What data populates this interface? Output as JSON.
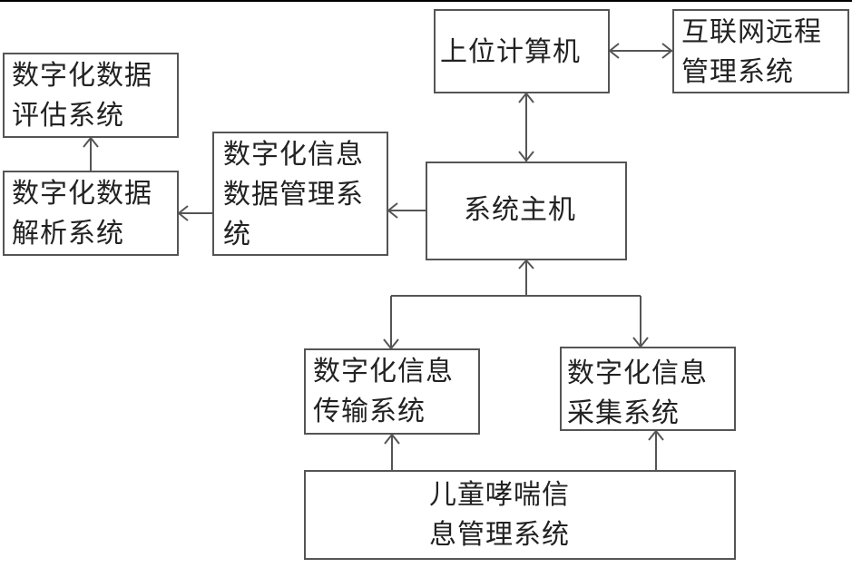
{
  "diagram": {
    "type": "block-diagram",
    "nodes": {
      "upper_computer": "上位计算机",
      "internet_remote": "互联网远程\n管理系统",
      "system_host": "系统主机",
      "info_data_mgmt": "数字化信息\n数据管理系\n统",
      "data_parse": "数字化数据\n解析系统",
      "data_eval": "数字化数据\n评估系统",
      "info_transmit": "数字化信息\n传输系统",
      "info_collect": "数字化信息\n采集系统",
      "asthma_mgmt": "儿童哮喘信\n息管理系统"
    },
    "edges": [
      {
        "from": "upper_computer",
        "to": "internet_remote",
        "direction": "both"
      },
      {
        "from": "upper_computer",
        "to": "system_host",
        "direction": "both"
      },
      {
        "from": "system_host",
        "to": "info_data_mgmt",
        "direction": "forward"
      },
      {
        "from": "info_data_mgmt",
        "to": "data_parse",
        "direction": "forward"
      },
      {
        "from": "data_parse",
        "to": "data_eval",
        "direction": "forward"
      },
      {
        "from": "system_host",
        "to": "info_transmit",
        "direction": "both"
      },
      {
        "from": "system_host",
        "to": "info_collect",
        "direction": "both"
      },
      {
        "from": "asthma_mgmt",
        "to": "info_transmit",
        "direction": "forward"
      },
      {
        "from": "asthma_mgmt",
        "to": "info_collect",
        "direction": "forward"
      }
    ]
  }
}
